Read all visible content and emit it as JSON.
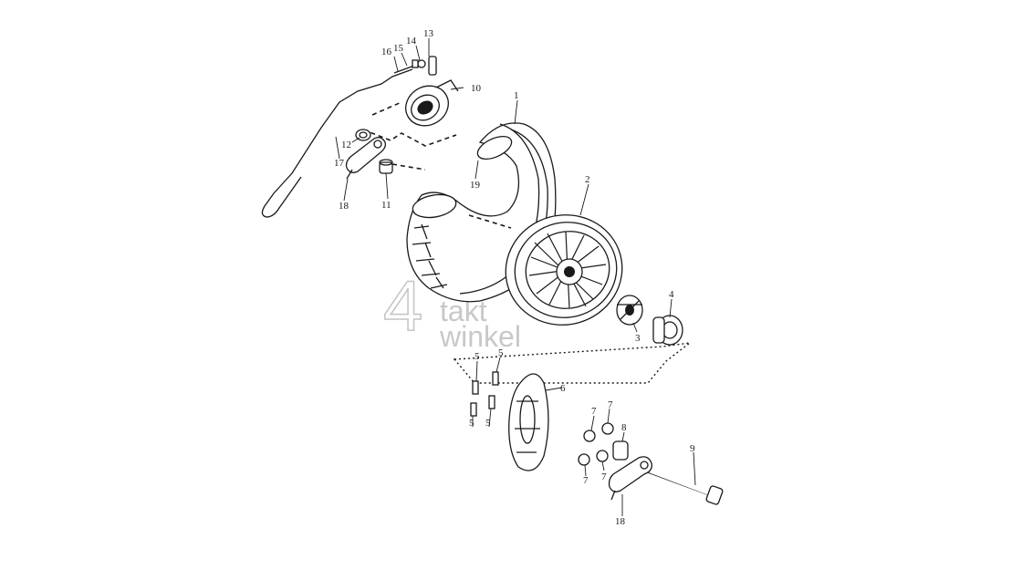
{
  "watermark": {
    "numeral": "4",
    "line1": "takt",
    "line2": "winkel"
  },
  "callouts": [
    "1",
    "2",
    "3",
    "4",
    "5",
    "5",
    "5",
    "5",
    "6",
    "7",
    "7",
    "7",
    "7",
    "8",
    "9",
    "10",
    "11",
    "12",
    "13",
    "14",
    "15",
    "16",
    "17",
    "18",
    "18",
    "19"
  ]
}
